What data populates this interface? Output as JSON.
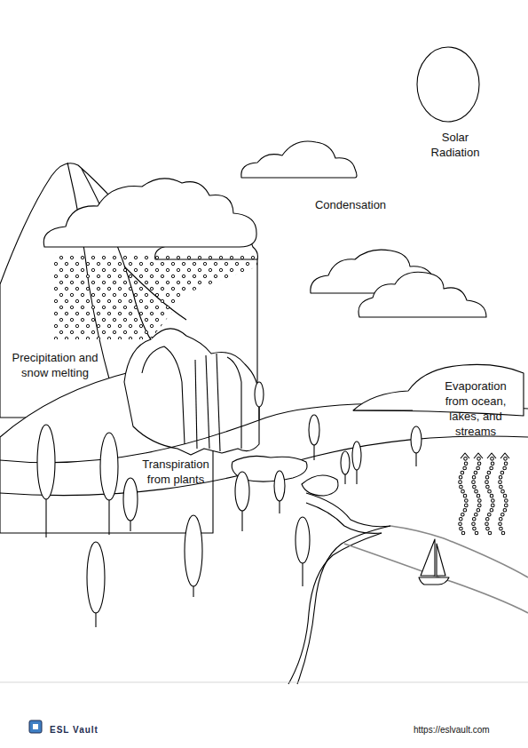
{
  "diagram": {
    "labels": [
      "Solar Radiation",
      "Condensation",
      "Precipitation and snow melting",
      "Transpiration from plants",
      "Evaporation from ocean, lakes, and streams",
      "ESL Vault",
      "https://eslvault.com"
    ]
  }
}
